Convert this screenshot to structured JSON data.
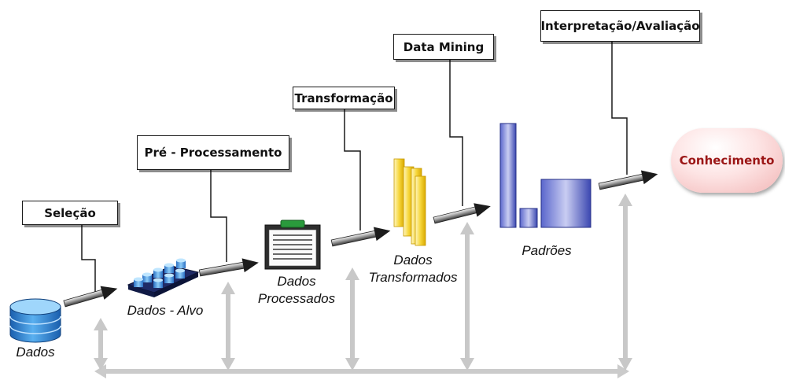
{
  "steps": {
    "selecao": "Seleção",
    "pre_processamento": "Pré - Processamento",
    "transformacao": "Transformação",
    "data_mining": "Data Mining",
    "interpretacao": "Interpretação/Avaliação"
  },
  "nodes": {
    "dados": "Dados",
    "dados_alvo": "Dados - Alvo",
    "dados_processados_1": "Dados",
    "dados_processados_2": "Processados",
    "dados_transformados_1": "Dados",
    "dados_transformados_2": "Transformados",
    "padroes": "Padrões",
    "conhecimento": "Conhecimento"
  },
  "colors": {
    "database": "#2f7fd0",
    "target_data": "#3c8ddd",
    "clipboard_top": "#2a9a3c",
    "transformed_data": "#f2c81a",
    "patterns": "#3b47b0",
    "knowledge_text": "#9b1616",
    "feedback_arrows": "#c8c8c8"
  }
}
